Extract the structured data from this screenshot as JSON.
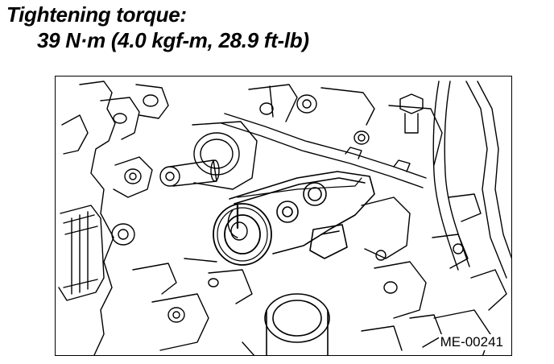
{
  "heading": {
    "line1": "Tightening torque:",
    "line2": "39 N·m (4.0 kgf-m, 28.9 ft-lb)"
  },
  "figure": {
    "code": "ME-00241"
  }
}
